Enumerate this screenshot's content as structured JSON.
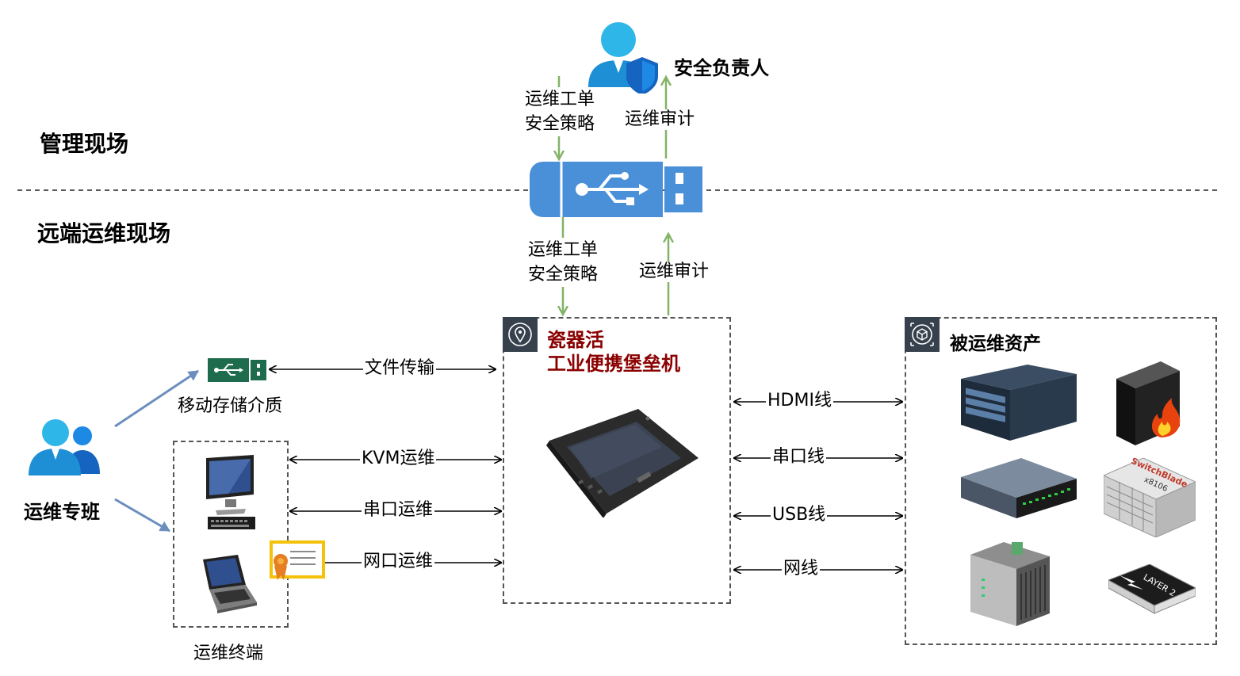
{
  "zones": {
    "management": "管理现场",
    "remote": "远端运维现场"
  },
  "security_officer": {
    "label": "安全负责人",
    "icon": "user-shield-icon"
  },
  "top_flow": {
    "down_line1": "运维工单",
    "down_line2": "安全策略",
    "up": "运维审计"
  },
  "usb_drive": {
    "icon": "usb-drive-icon"
  },
  "mid_flow": {
    "down_line1": "运维工单",
    "down_line2": "安全策略",
    "up": "运维审计"
  },
  "bastion": {
    "title_line1": "瓷器活",
    "title_line2": "工业便携堡垒机",
    "icon": "location-pin-icon",
    "device": "rugged-tablet-icon",
    "title_color": "#8b0000"
  },
  "team": {
    "label": "运维专班",
    "icon": "user-group-icon"
  },
  "storage": {
    "label": "移动存储介质",
    "icon": "usb-stick-icon"
  },
  "terminal": {
    "label": "运维终端"
  },
  "left_links": {
    "file": "文件传输",
    "kvm": "KVM运维",
    "serial": "串口运维",
    "network": "网口运维"
  },
  "right_links": {
    "hdmi": "HDMI线",
    "serial": "串口线",
    "usb": "USB线",
    "network": "网线"
  },
  "assets": {
    "title": "被运维资产",
    "icon": "asset-cube-icon",
    "switchblade": "SwitchBlade",
    "switchblade_model": "x8106",
    "layer2": "LAYER 2"
  },
  "colors": {
    "green_arrow": "#82b366",
    "blue_arrow": "#6c8ebf",
    "usb_blue": "#3d85c6"
  }
}
